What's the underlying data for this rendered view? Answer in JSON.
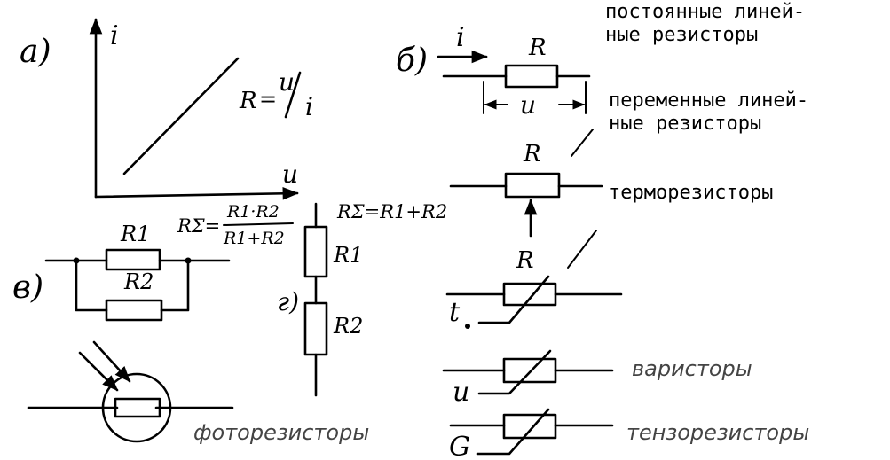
{
  "panel_a": {
    "label": "а)",
    "axis_y": "i",
    "axis_x": "u",
    "formula_r": "R",
    "formula_eq": "=",
    "formula_u": "u",
    "formula_i": "i"
  },
  "panel_b": {
    "label": "б)",
    "current": "i",
    "resistor": "R",
    "voltage": "u"
  },
  "panel_v": {
    "label": "в)",
    "r1": "R1",
    "r2": "R2",
    "formula_lhs": "RΣ=",
    "formula_num": "R1·R2",
    "formula_den": "R1+R2"
  },
  "panel_g": {
    "label": "г)",
    "formula": "RΣ=R1+R2",
    "r1": "R1",
    "r2": "R2"
  },
  "right_list": {
    "constant": [
      "постоянные линей-",
      "ные резисторы"
    ],
    "variable": [
      "переменные линей-",
      "ные резисторы"
    ],
    "variable_r": "R",
    "thermo": "терморезисторы",
    "thermo_r": "R",
    "thermo_t": "t",
    "varistor": "варисторы",
    "varistor_u": "u",
    "tenzo": "тензорезисторы",
    "tenzo_g": "G"
  },
  "photo": {
    "label": "фоторезисторы"
  }
}
